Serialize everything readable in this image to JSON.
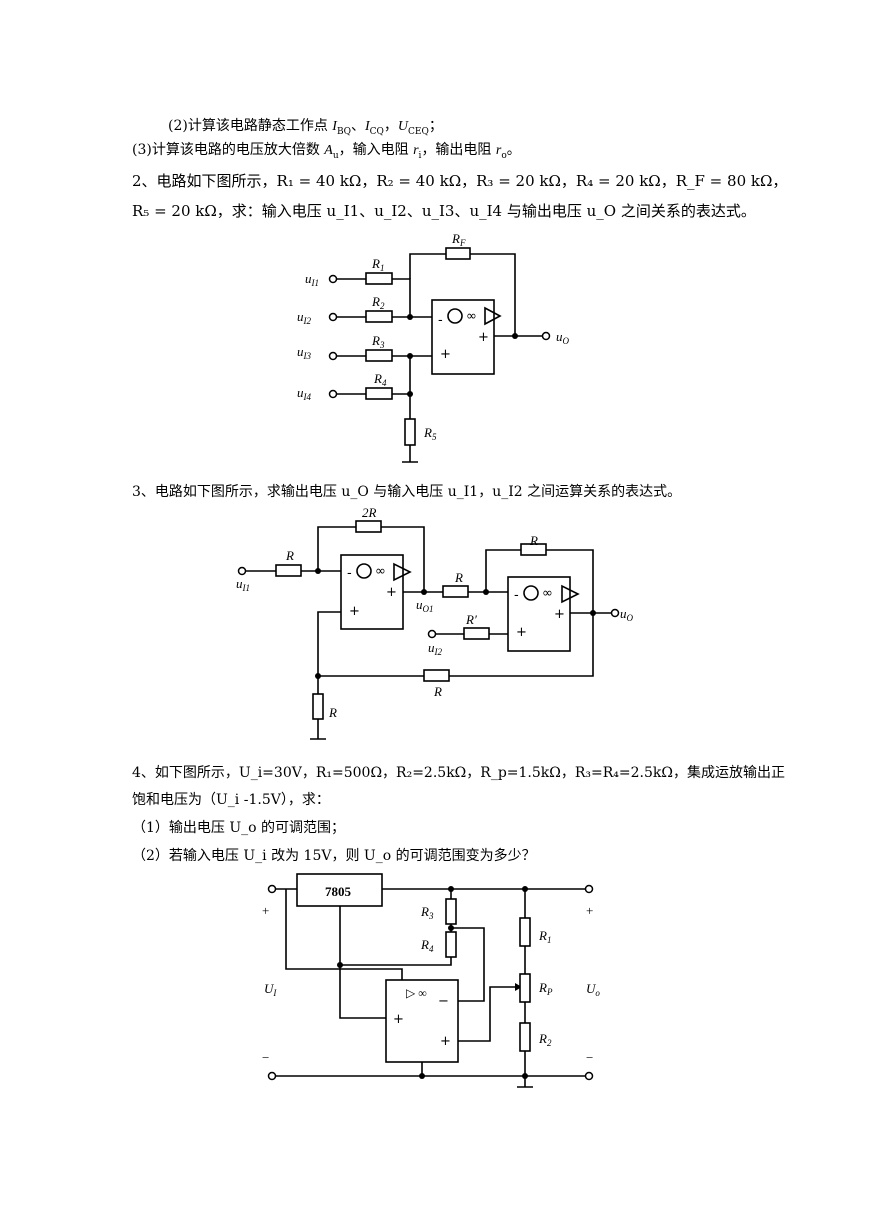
{
  "q1_part2": {
    "prefix": "(2)计算该电路静态工作点 ",
    "v1": "I",
    "s1": "BQ",
    "sep1": "、",
    "v2": "I",
    "s2": "CQ",
    "sep2": "，",
    "v3": "U",
    "s3": "CEQ",
    "end": "；"
  },
  "q1_part3": {
    "prefix": "(3)计算该电路的电压放大倍数 ",
    "v1": "A",
    "s1": "u",
    "mid1": "，输入电阻 ",
    "v2": "r",
    "s2": "i",
    "mid2": "，输出电阻 ",
    "v3": "r",
    "s3": "o",
    "end": "。"
  },
  "q2": {
    "line1": "2、电路如下图所示，R₁ = 40 kΩ，R₂ = 40 kΩ，R₃ = 20 kΩ，R₄ = 20 kΩ，R_F = 80 kΩ，",
    "line2": "R₅ = 20 kΩ，求：输入电压 u_I1、u_I2、u_I3、u_I4 与输出电压 u_O 之间关系的表达式。",
    "labels": {
      "rf": "R",
      "rf_sub": "F",
      "r1": "R",
      "r1_sub": "1",
      "r2": "R",
      "r2_sub": "2",
      "r3": "R",
      "r3_sub": "3",
      "r4": "R",
      "r4_sub": "4",
      "r5": "R",
      "r5_sub": "5",
      "ui1": "u",
      "ui1_sub": "I1",
      "ui2": "u",
      "ui2_sub": "I2",
      "ui3": "u",
      "ui3_sub": "I3",
      "ui4": "u",
      "ui4_sub": "I4",
      "uo": "u",
      "uo_sub": "O",
      "minus": "-",
      "plus": "+",
      "inf": "∞"
    }
  },
  "q3": {
    "line1": "3、电路如下图所示，求输出电压 u_O 与输入电压 u_I1，u_I2 之间运算关系的表达式。",
    "labels": {
      "r2r": "2R",
      "r_in": "R",
      "r_mid": "R",
      "r_fb2": "R",
      "r_prime": "R′",
      "r_bottom": "R",
      "r_gnd": "R",
      "ui1": "u",
      "ui1_sub": "I1",
      "uo1": "u",
      "uo1_sub": "O1",
      "ui2": "u",
      "ui2_sub": "I2",
      "uo": "u",
      "uo_sub": "O",
      "minus": "-",
      "plus": "+",
      "inf": "∞"
    }
  },
  "q4": {
    "line1": "4、如下图所示，U_i=30V，R₁=500Ω，R₂=2.5kΩ，R_p=1.5kΩ，R₃=R₄=2.5kΩ，集成运放输出正",
    "line2": "饱和电压为（U_i -1.5V），求：",
    "item1": "（1）输出电压 U_o 的可调范围；",
    "item2": "（2）若输入电压 U_i 改为 15V，则 U_o 的可调范围变为多少？",
    "labels": {
      "reg": "7805",
      "r3": "R",
      "r3_sub": "3",
      "r4": "R",
      "r4_sub": "4",
      "r1": "R",
      "r1_sub": "1",
      "rp": "R",
      "rp_sub": "P",
      "r2": "R",
      "r2_sub": "2",
      "ui": "U",
      "ui_sub": "I",
      "uo": "U",
      "uo_sub": "o",
      "plus_l": "+",
      "plus_r": "+",
      "minus_l": "−",
      "minus_r": "−",
      "op_minus": "−",
      "op_plus1": "+",
      "op_plus2": "+",
      "op_sym": "▷ ∞"
    }
  }
}
